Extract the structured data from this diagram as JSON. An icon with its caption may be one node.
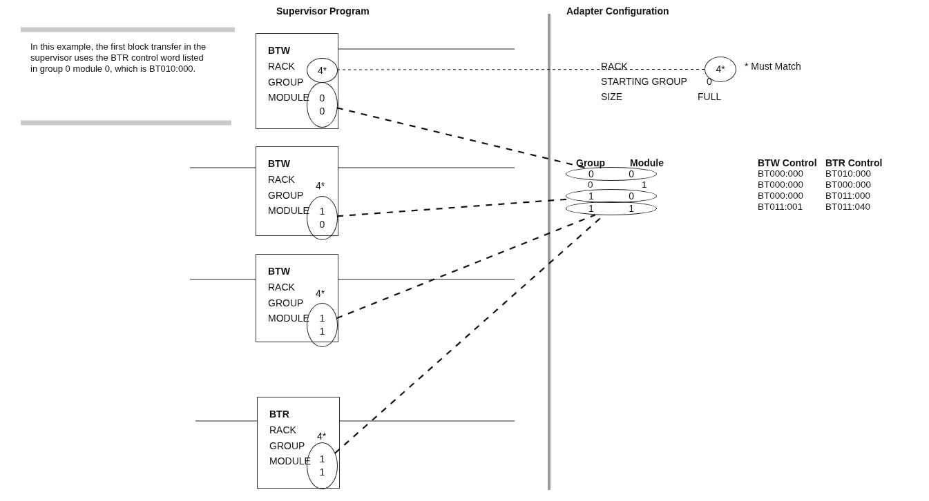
{
  "diagram": {
    "nodes": [
      {
        "text": [
          "BTW",
          "RACK",
          "GROUP",
          "MODULE"
        ]
      },
      {
        "text": [
          "4*"
        ],
        "in": 0
      },
      {
        "text": [
          "0",
          "0"
        ],
        "in": 0
      },
      {
        "text": [
          "BTW",
          "RACK",
          "GROUP",
          "MODULE",
          "4*"
        ]
      },
      {
        "text": [
          "1",
          "0"
        ],
        "in": 3
      },
      {
        "text": [
          "BTW",
          "RACK",
          "GROUP",
          "MODULE",
          "4*"
        ]
      },
      {
        "text": [
          "1",
          "1"
        ],
        "in": 5
      },
      {
        "text": [
          "BTR",
          "RACK",
          "GROUP",
          "MODULE",
          "4*"
        ]
      },
      {
        "text": [
          "1",
          "1"
        ],
        "in": 7
      },
      {
        "text": [
          "4*"
        ]
      },
      {
        "text": [
          "0",
          "0"
        ]
      },
      {
        "text": [
          "1",
          "0"
        ]
      },
      {
        "text": [
          "1",
          "1"
        ]
      }
    ],
    "edges": [
      {
        "from": 1,
        "to": 9,
        "arrow": "none",
        "style": "dashed"
      },
      {
        "from": 2,
        "to": 10,
        "arrow": "none",
        "style": "dashed"
      },
      {
        "from": 4,
        "to": 11,
        "arrow": "none",
        "style": "dashed"
      },
      {
        "from": 6,
        "to": 12,
        "arrow": "none",
        "style": "dashed"
      },
      {
        "from": 8,
        "to": 12,
        "arrow": "none",
        "style": "dashed"
      }
    ],
    "labels": [
      "Supervisor Program",
      "Adapter Configuration",
      "In this example, the first block transfer in the supervisor uses the BTR control word listed in group 0 module 0, which is BT010:000.",
      "RACK",
      "STARTING GROUP",
      "0",
      "SIZE",
      "FULL",
      "* Must Match",
      "Group",
      "Module",
      "BTW Control",
      "BTR Control",
      "BT000:000",
      "BT010:000",
      "0",
      "1",
      "BT000:000",
      "BT000:000",
      "BT000:000",
      "BT011:000",
      "BT011:001",
      "BT011:040"
    ]
  }
}
